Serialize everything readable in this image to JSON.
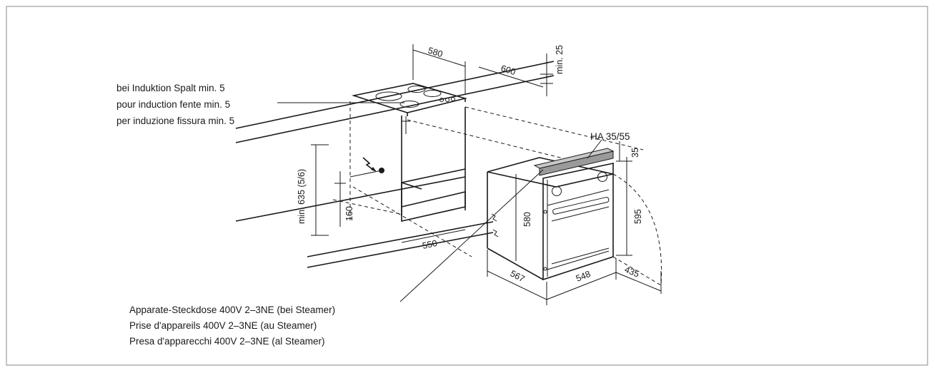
{
  "notes": {
    "induction_gap": [
      "bei Induktion Spalt min. 5",
      "pour induction fente min. 5",
      "per induzione fissura min. 5"
    ],
    "socket": [
      "Apparate-Steckdose 400V 2–3NE (bei Steamer)",
      "Prise d'appareils 400V 2–3NE (au Steamer)",
      "Presa d'apparecchi 400V 2–3NE (al Steamer)"
    ]
  },
  "parts": {
    "ha_label": "HA 35/55"
  },
  "dimensions": {
    "hob_width": "580",
    "counter_depth": "600",
    "counter_min_thickness": "min. 25",
    "niche_height": "min. 635 (5/6)",
    "socket_height": "160",
    "niche_width": "550",
    "oven_height_body": "580",
    "oven_height_front": "595",
    "ha_height": "35",
    "oven_depth": "567",
    "oven_width": "548",
    "door_clearance": "435"
  }
}
